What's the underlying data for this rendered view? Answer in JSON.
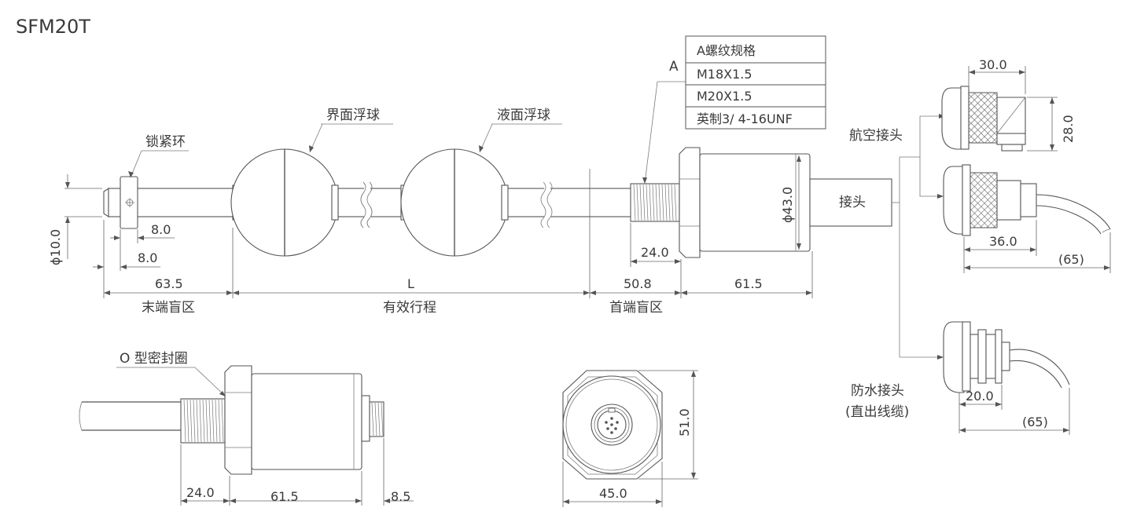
{
  "title": "SFM20T",
  "labels": {
    "lock_ring": "锁紧环",
    "interface_float": "界面浮球",
    "liquid_float": "液面浮球",
    "a_marker": "A",
    "aviation_connector": "航空接头",
    "connector": "接头",
    "waterproof_connector": "防水接头",
    "straight_cable": "(直出线缆)",
    "o_ring": "O 型密封圈",
    "end_blind_zone": "末端盲区",
    "effective_stroke": "有效行程",
    "head_blind_zone": "首端盲区"
  },
  "thread_table": {
    "header": "A螺纹规格",
    "rows": [
      "M18X1.5",
      "M20X1.5",
      "英制3/ 4-16UNF"
    ]
  },
  "dimensions": {
    "rod_dia": "ϕ10.0",
    "ring_gap_1": "8.0",
    "ring_gap_2": "8.0",
    "end_zone": "63.5",
    "stroke": "L",
    "head_zone": "50.8",
    "head_thread": "24.0",
    "head_body": "61.5",
    "head_dia": "ϕ43.0",
    "angle_conn_w": "30.0",
    "angle_conn_h": "28.0",
    "straight_conn_len": "36.0",
    "straight_cable_len": "(65)",
    "wp_conn_len": "20.0",
    "wp_cable_len": "(65)",
    "bottom_thread": "24.0",
    "bottom_body": "61.5",
    "bottom_conn": "8.5",
    "hex_width": "45.0",
    "hex_height": "51.0"
  }
}
